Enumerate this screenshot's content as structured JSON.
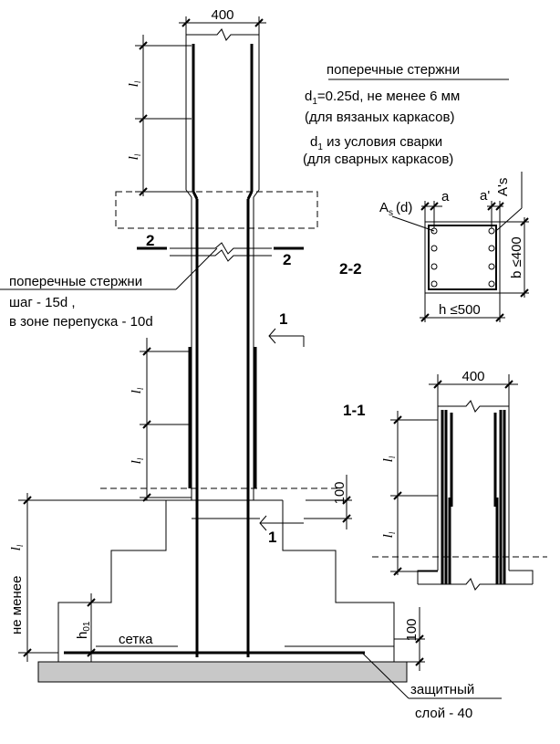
{
  "dims": {
    "column_width": "400",
    "lap_length": "l",
    "lap_sub": "l",
    "top_offset": "100",
    "bottom_offset": "100",
    "h01": "h",
    "h01_sub": "01",
    "ne_menee": "не менее"
  },
  "labels": {
    "transverse_title": "поперечные стержни",
    "d1_formula": "d",
    "d1_sub": "1",
    "d1_rest": "=0.25d, не менее 6 мм",
    "tied_cages": "(для вязаных каркасов)",
    "d1_weld_rest": " из условия  сварки",
    "welded_cages": "(для сварных каркасов)",
    "transverse_left": "поперечные стержни",
    "step": "шаг - 15d ,",
    "lap_zone": "в зоне перепуска - 10d",
    "mesh": "сетка",
    "cover_line1": "защитный",
    "cover_line2": "слой - 40"
  },
  "sections": {
    "cut2_left": "2",
    "cut2_right": "2",
    "cut1_top": "1",
    "cut1_bottom": "1",
    "sec22": "2-2",
    "sec11": "1-1"
  },
  "section22": {
    "as": "A",
    "as_sub": "s",
    "as_d": "(d)",
    "a": "a",
    "a_prime": "a'",
    "as_prime": "A's",
    "b": "b ≤400",
    "h": "h ≤500"
  },
  "section11": {
    "width": "400"
  },
  "colors": {
    "line": "#000000",
    "base_fill": "#c8c8c8"
  }
}
